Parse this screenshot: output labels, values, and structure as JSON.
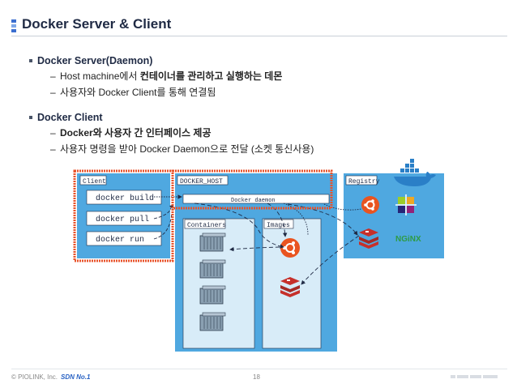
{
  "slide": {
    "title": "Docker Server & Client",
    "title_mark_colors": [
      "#3b6fd0",
      "#7fa8e8",
      "#3b6fd0"
    ]
  },
  "bullets": [
    {
      "heading": "Docker Server(Daemon)",
      "subitems": [
        {
          "plain": "Host machine에서 ",
          "bold": "컨테이너를 관리하고 실행하는 데몬"
        },
        {
          "plain": "사용자와 Docker Client를 통해 연결됨",
          "bold": ""
        }
      ]
    },
    {
      "heading": "Docker Client",
      "subitems": [
        {
          "plain": "",
          "bold": "Docker와 사용자 간 인터페이스 제공"
        },
        {
          "plain": "사용자 명령을 받아 Docker Daemon으로 전달 (소켓 통신사용)",
          "bold": ""
        }
      ]
    }
  ],
  "diagram": {
    "client_label": "Client",
    "commands": [
      "docker build",
      "docker pull",
      "docker run"
    ],
    "host_label": "DOCKER_HOST",
    "daemon_label": "Docker daemon",
    "containers_label": "Containers",
    "images_label": "Images",
    "registry_label": "Registry",
    "nginx_label": "NGiNX",
    "colors": {
      "panel_blue": "#4fa8e0",
      "light_blue": "#d8ecf8",
      "highlight_red": "#e8532b",
      "ubuntu_orange": "#e95420",
      "redis_red": "#c6302b",
      "nginx_green": "#2e9b46"
    }
  },
  "footer": {
    "copyright": "© PIOLINK, Inc.",
    "tag": "SDN No.1",
    "page": "18"
  }
}
